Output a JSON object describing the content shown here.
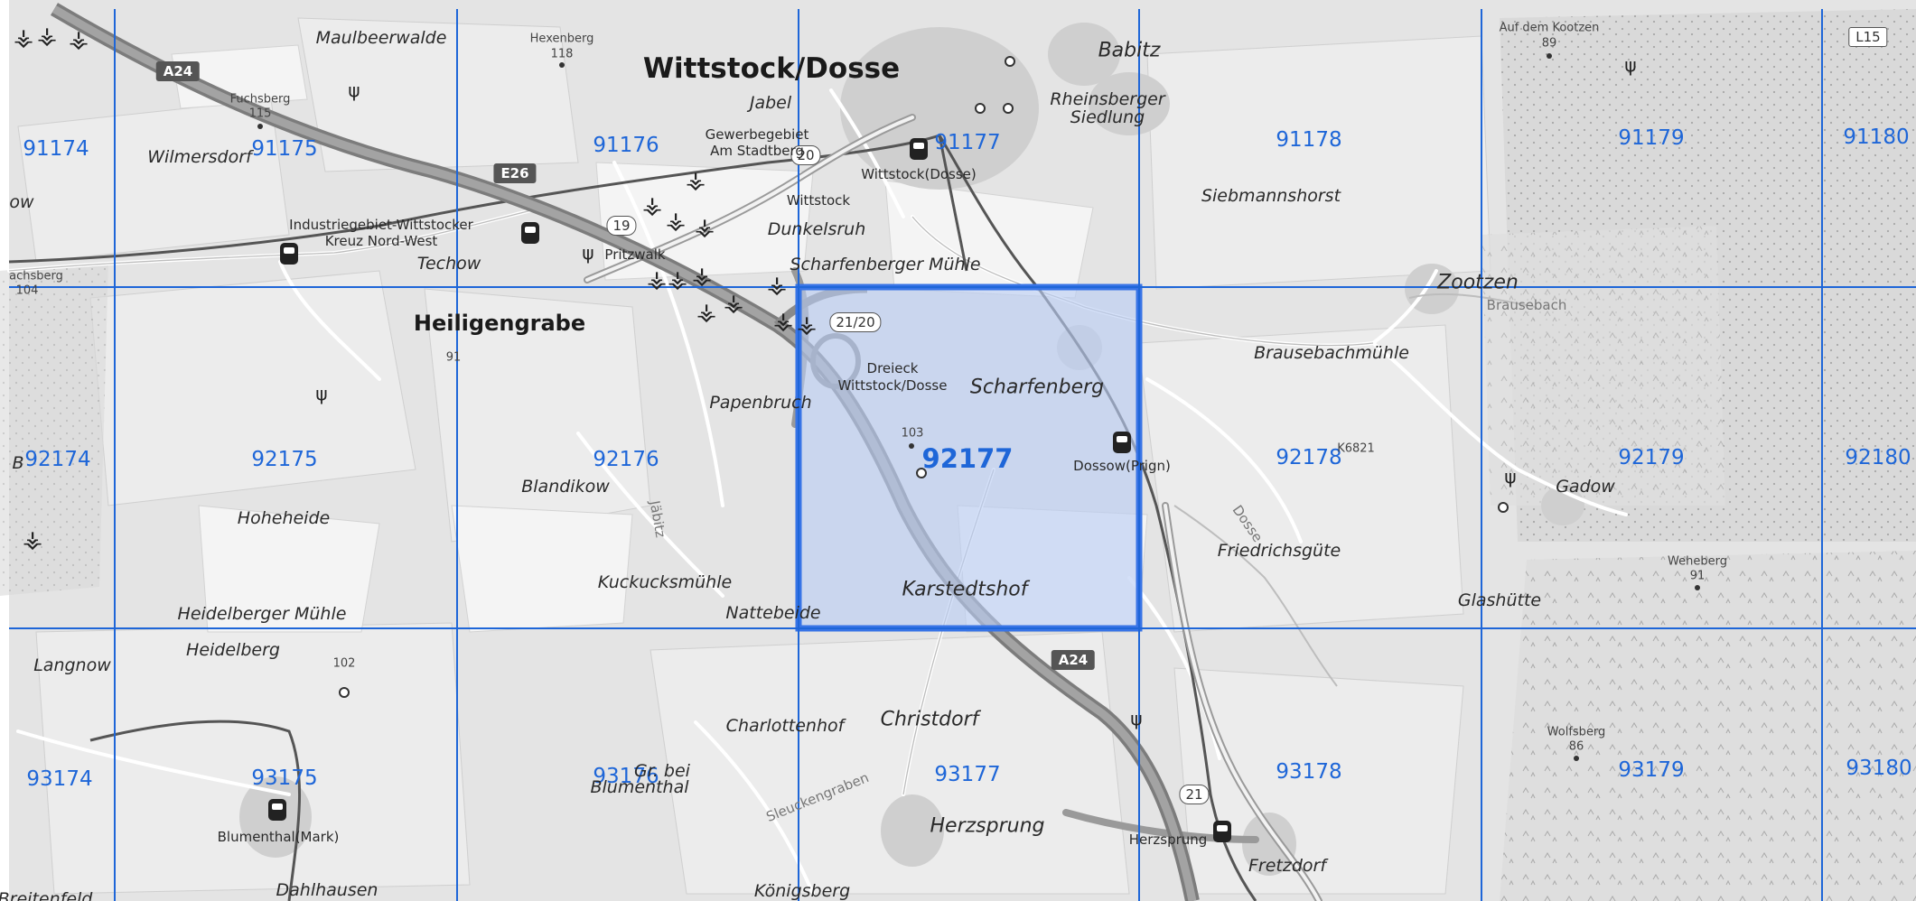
{
  "grid_labels": [
    {
      "text": "91174"
    },
    {
      "text": "91175"
    },
    {
      "text": "91176"
    },
    {
      "text": "91177"
    },
    {
      "text": "91178"
    },
    {
      "text": "91179"
    },
    {
      "text": "91180"
    },
    {
      "text": "92174"
    },
    {
      "text": "92175"
    },
    {
      "text": "92176"
    },
    {
      "text": "92177",
      "selected": true
    },
    {
      "text": "92178"
    },
    {
      "text": "92179"
    },
    {
      "text": "92180"
    },
    {
      "text": "93174"
    },
    {
      "text": "93175"
    },
    {
      "text": "93176"
    },
    {
      "text": "93177"
    },
    {
      "text": "93178"
    },
    {
      "text": "93179"
    },
    {
      "text": "93180"
    }
  ],
  "places": {
    "wittstock": "Wittstock/Dosse",
    "babitz": "Babitz",
    "maulbeerwalde": "Maulbeerwalde",
    "hexenberg": "Hexenberg",
    "hexenberg_ele": "118",
    "fuchsberg": "Fuchsberg",
    "fuchsberg_ele": "115",
    "wilmersdorf": "Wilmersdorf",
    "jabel": "Jabel",
    "gewerbegebiet": "Gewerbegebiet Am Stadtberg",
    "rheinsberger": "Rheinsberger Siedlung",
    "siebmannshorst": "Siebmannshorst",
    "auf_dem_kootzen": "Auf dem Kootzen",
    "auf_dem_kootzen_ele": "89",
    "wittstock_station": "Wittstock(Dosse)",
    "wittstock_small": "Wittstock",
    "industriegebiet": "Industriegebiet-Wittstocker Kreuz Nord-West",
    "techow": "Techow",
    "pritzwalk": "Pritzwalk",
    "dunkelsruh": "Dunkelsruh",
    "scharfenberger_muehle": "Scharfenberger Mühle",
    "zootzen": "Zootzen",
    "brausebach": "Brausebach",
    "achsberg": "achsberg",
    "achsberg_ele": "104",
    "heiligengrabe": "Heiligengrabe",
    "ele_91": "91",
    "dreieck": "Dreieck Wittstock/Dosse",
    "scharfenberg": "Scharfenberg",
    "brausebachmuehle": "Brausebachmühle",
    "papenbruch": "Papenbruch",
    "ele_103": "103",
    "dossow": "Dossow(Prign)",
    "k6821": "K6821",
    "blandikow": "Blandikow",
    "gadow": "Gadow",
    "b_partial": "B",
    "hoheheide": "Hoheheide",
    "friedrichsguete": "Friedrichsgüte",
    "jaebitz": "Jäbitz",
    "kuckucksmuehle": "Kuckucksmühle",
    "weheberg": "Weheberg",
    "weheberg_ele": "91",
    "karstedtshof": "Karstedtshof",
    "heidelberger_muehle": "Heidelberger Mühle",
    "nattebeide": "Nattebeide",
    "glashuette": "Glashütte",
    "langnow": "Langnow",
    "heidelberg": "Heidelberg",
    "ele_102": "102",
    "christdorf": "Christdorf",
    "charlottenhof": "Charlottenhof",
    "wolfsberg": "Wolfsberg",
    "wolfsberg_ele": "86",
    "gross_bei": "Gr. bei",
    "blumenthal_word": "Blumenthal",
    "sleuckengraben": "Sleuckengraben",
    "blumenthal_mark": "Blumenthal(Mark)",
    "herzsprung": "Herzsprung",
    "herzsprung_station": "Herzsprung",
    "fretzdorf": "Fretzdorf",
    "dahlhausen": "Dahlhausen",
    "koenigsberg": "Königsberg",
    "breitenfeld": "Breitenfeld",
    "ow_partial": "ow",
    "dosse_river": "Dosse"
  },
  "roads": {
    "a24_top": "A24",
    "e26": "E26",
    "r19": "19",
    "r20": "20",
    "r2120": "21/20",
    "a24_bottom": "A24",
    "r21": "21",
    "l15": "L15"
  },
  "colors": {
    "grid_line": "#1e66d8",
    "selection_fill": "#b9cdf3",
    "selection_border": "#3874e6"
  },
  "icons": {
    "wind_turbine": "wind-turbine-icon",
    "station": "train-station-icon",
    "tower": "radio-tower-icon"
  }
}
